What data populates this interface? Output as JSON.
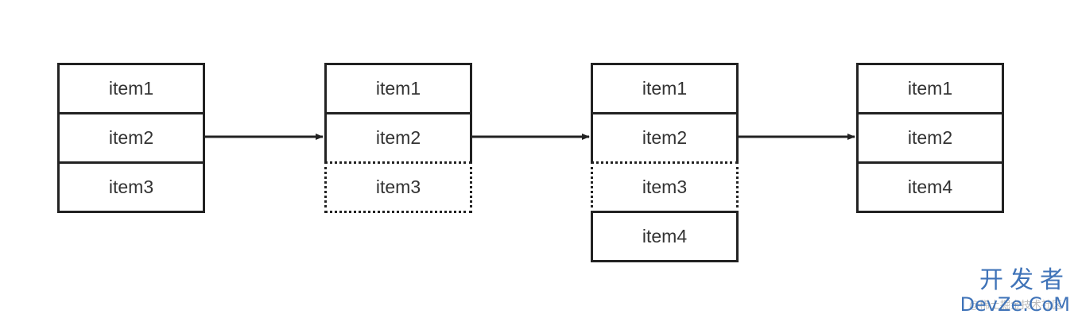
{
  "stacks": [
    {
      "items": [
        {
          "label": "item1",
          "style": "solid"
        },
        {
          "label": "item2",
          "style": "solid"
        },
        {
          "label": "item3",
          "style": "solid"
        }
      ]
    },
    {
      "items": [
        {
          "label": "item1",
          "style": "solid"
        },
        {
          "label": "item2",
          "style": "solid"
        },
        {
          "label": "item3",
          "style": "dotted"
        }
      ]
    },
    {
      "items": [
        {
          "label": "item1",
          "style": "solid"
        },
        {
          "label": "item2",
          "style": "solid"
        },
        {
          "label": "item3",
          "style": "dotted"
        },
        {
          "label": "item4",
          "style": "solid"
        }
      ]
    },
    {
      "items": [
        {
          "label": "item1",
          "style": "solid"
        },
        {
          "label": "item2",
          "style": "solid"
        },
        {
          "label": "item4",
          "style": "solid"
        }
      ]
    }
  ],
  "arrows": [
    {
      "from": 0,
      "to": 1
    },
    {
      "from": 1,
      "to": 2
    },
    {
      "from": 2,
      "to": 3
    }
  ],
  "colors": {
    "border": "#222222",
    "text": "#333333",
    "watermark": "#3f73b8"
  },
  "watermark": {
    "cn": "开发者",
    "en": "DevZe.CoM",
    "small": "@稀土掘金技术社区"
  }
}
